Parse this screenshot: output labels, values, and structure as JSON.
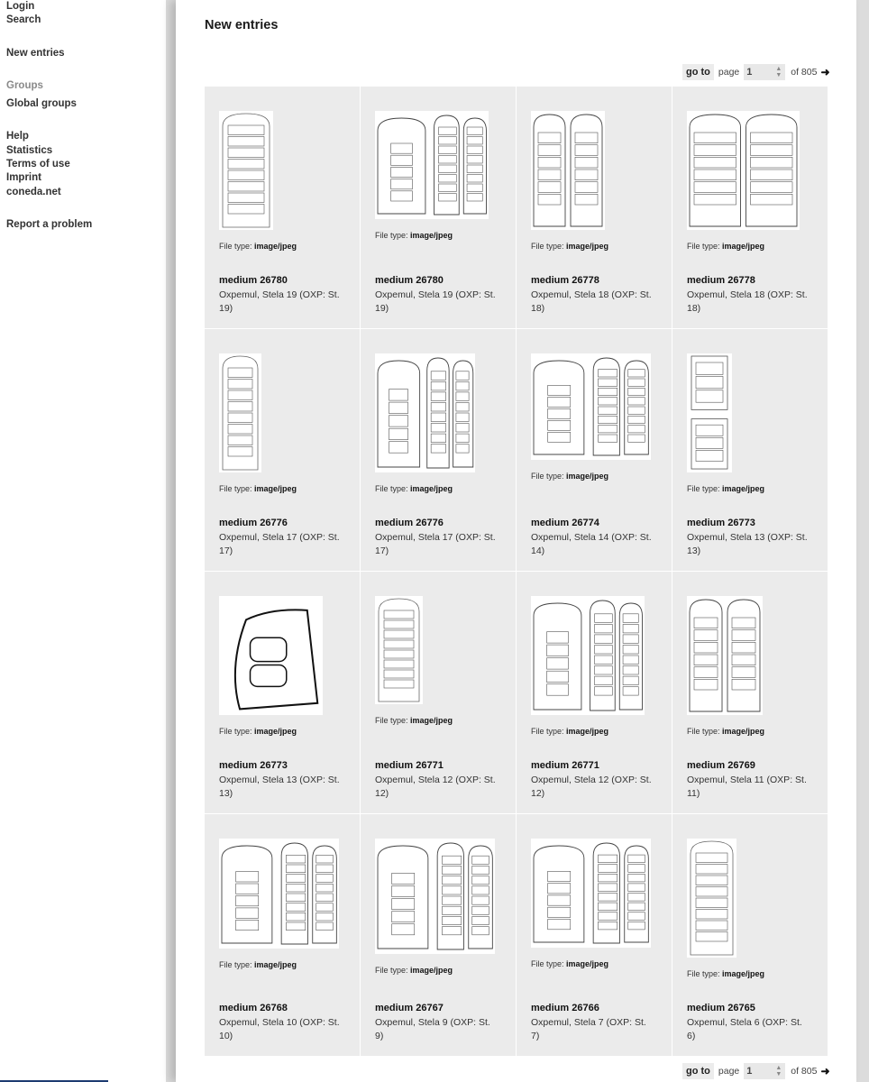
{
  "sidebar": {
    "login": "Login",
    "search": "Search",
    "new_entries": "New entries",
    "groups": "Groups",
    "global_groups": "Global groups",
    "help": "Help",
    "statistics": "Statistics",
    "terms": "Terms of use",
    "imprint": "Imprint",
    "coneda": "coneda.net",
    "report": "Report a problem"
  },
  "page_title": "New entries",
  "pagination": {
    "go_to": "go to",
    "page_label": "page",
    "current_page": "1",
    "of_label": "of 805",
    "next_icon": "arrow-right-icon"
  },
  "entries": [
    {
      "title": "medium 26780",
      "desc": "Oxpemul, Stela 19 (OXP: St. 19)",
      "file_type_label": "File type:",
      "file_type": "image/jpeg"
    },
    {
      "title": "medium 26780",
      "desc": "Oxpemul, Stela 19 (OXP: St. 19)",
      "file_type_label": "File type:",
      "file_type": "image/jpeg"
    },
    {
      "title": "medium 26778",
      "desc": "Oxpemul, Stela 18 (OXP: St. 18)",
      "file_type_label": "File type:",
      "file_type": "image/jpeg"
    },
    {
      "title": "medium 26778",
      "desc": "Oxpemul, Stela 18 (OXP: St. 18)",
      "file_type_label": "File type:",
      "file_type": "image/jpeg"
    },
    {
      "title": "medium 26776",
      "desc": "Oxpemul, Stela 17 (OXP: St. 17)",
      "file_type_label": "File type:",
      "file_type": "image/jpeg"
    },
    {
      "title": "medium 26776",
      "desc": "Oxpemul, Stela 17 (OXP: St. 17)",
      "file_type_label": "File type:",
      "file_type": "image/jpeg"
    },
    {
      "title": "medium 26774",
      "desc": "Oxpemul, Stela 14 (OXP: St. 14)",
      "file_type_label": "File type:",
      "file_type": "image/jpeg"
    },
    {
      "title": "medium 26773",
      "desc": "Oxpemul, Stela 13 (OXP: St. 13)",
      "file_type_label": "File type:",
      "file_type": "image/jpeg"
    },
    {
      "title": "medium 26773",
      "desc": "Oxpemul, Stela 13 (OXP: St. 13)",
      "file_type_label": "File type:",
      "file_type": "image/jpeg"
    },
    {
      "title": "medium 26771",
      "desc": "Oxpemul, Stela 12 (OXP: St. 12)",
      "file_type_label": "File type:",
      "file_type": "image/jpeg"
    },
    {
      "title": "medium 26771",
      "desc": "Oxpemul, Stela 12 (OXP: St. 12)",
      "file_type_label": "File type:",
      "file_type": "image/jpeg"
    },
    {
      "title": "medium 26769",
      "desc": "Oxpemul, Stela 11 (OXP: St. 11)",
      "file_type_label": "File type:",
      "file_type": "image/jpeg"
    },
    {
      "title": "medium 26768",
      "desc": "Oxpemul, Stela 10 (OXP: St. 10)",
      "file_type_label": "File type:",
      "file_type": "image/jpeg"
    },
    {
      "title": "medium 26767",
      "desc": "Oxpemul, Stela 9 (OXP: St. 9)",
      "file_type_label": "File type:",
      "file_type": "image/jpeg"
    },
    {
      "title": "medium 26766",
      "desc": "Oxpemul, Stela 7 (OXP: St. 7)",
      "file_type_label": "File type:",
      "file_type": "image/jpeg"
    },
    {
      "title": "medium 26765",
      "desc": "Oxpemul, Stela 6 (OXP: St. 6)",
      "file_type_label": "File type:",
      "file_type": "image/jpeg"
    }
  ]
}
